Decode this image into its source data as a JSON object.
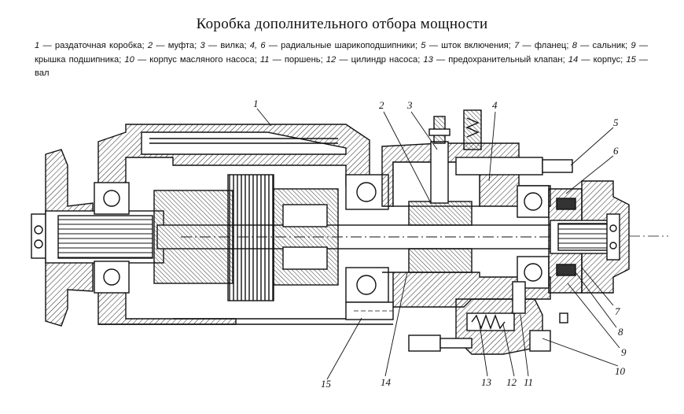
{
  "title": "Коробка дополнительного отбора мощности",
  "legend": [
    {
      "num": "1",
      "text": "раздаточная коробка"
    },
    {
      "num": "2",
      "text": "муфта"
    },
    {
      "num": "3",
      "text": "вилка"
    },
    {
      "num": "4, 6",
      "text": "радиальные шарикоподшипники"
    },
    {
      "num": "5",
      "text": "шток включения"
    },
    {
      "num": "7",
      "text": "фланец"
    },
    {
      "num": "8",
      "text": "сальник"
    },
    {
      "num": "9",
      "text": "крышка подшипника"
    },
    {
      "num": "10",
      "text": "корпус масляного насоса"
    },
    {
      "num": "11",
      "text": "поршень"
    },
    {
      "num": "12",
      "text": "цилиндр насоса"
    },
    {
      "num": "13",
      "text": "предохранительный клапан"
    },
    {
      "num": "14",
      "text": "корпус"
    },
    {
      "num": "15",
      "text": "вал"
    }
  ],
  "callouts": {
    "c1": "1",
    "c2": "2",
    "c3": "3",
    "c4": "4",
    "c5": "5",
    "c6": "6",
    "c7": "7",
    "c8": "8",
    "c9": "9",
    "c10": "10",
    "c11": "11",
    "c12": "12",
    "c13": "13",
    "c14": "14",
    "c15": "15"
  }
}
